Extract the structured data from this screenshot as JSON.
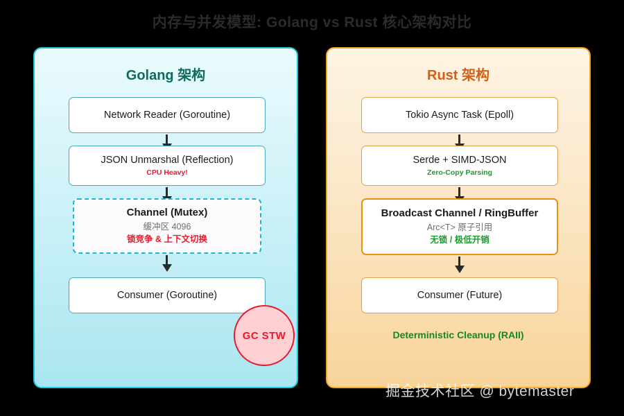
{
  "page": {
    "title": "内存与并发模型: Golang vs Rust 核心架构对比",
    "background_color": "#000000"
  },
  "watermark": {
    "text": "掘金技术社区 @ bytemaster"
  },
  "panels": [
    {
      "id": "golang",
      "title": "Golang 架构",
      "title_color": "#0c6b5e",
      "border_color": "#18c6e0",
      "boxes": [
        {
          "title": "Network Reader (Goroutine)",
          "sub": "",
          "sub2": ""
        },
        {
          "title": "JSON Unmarshal (Reflection)",
          "sub": "CPU Heavy!",
          "sub2": ""
        },
        {
          "title": "Channel (Mutex)",
          "sub": "缓冲区 4096",
          "sub2": "锁竞争 & 上下文切换"
        },
        {
          "title": "Consumer (Goroutine)",
          "sub": "",
          "sub2": ""
        }
      ],
      "badge": {
        "label": "GC STW",
        "fill_color": "#ffd0d3",
        "text_color": "#e8192c"
      }
    },
    {
      "id": "rust",
      "title": "Rust 架构",
      "title_color": "#d2601a",
      "border_color": "#f5a623",
      "boxes": [
        {
          "title": "Tokio Async Task (Epoll)",
          "sub": "",
          "sub2": ""
        },
        {
          "title": "Serde + SIMD-JSON",
          "sub": "Zero-Copy Parsing",
          "sub2": ""
        },
        {
          "title": "Broadcast Channel / RingBuffer",
          "sub": "Arc<T> 原子引用",
          "sub2": "无锁 / 极低开销"
        },
        {
          "title": "Consumer (Future)",
          "sub": "",
          "sub2": ""
        }
      ],
      "footer_note": {
        "label": "Deterministic Cleanup (RAII)",
        "color": "#138a22"
      }
    }
  ]
}
